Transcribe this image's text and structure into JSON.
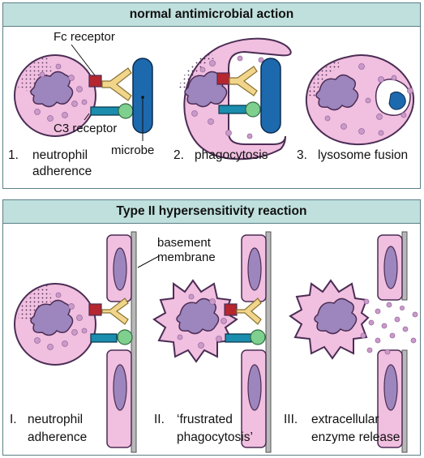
{
  "top_panel": {
    "title": "normal antimicrobial action",
    "labels": {
      "fc_receptor": "Fc receptor",
      "c3_receptor": "C3 receptor",
      "microbe": "microbe"
    },
    "steps": [
      {
        "number": "1.",
        "line1": "neutrophil",
        "line2": "adherence"
      },
      {
        "number": "2.",
        "line1": "phagocytosis",
        "line2": ""
      },
      {
        "number": "3.",
        "line1": "lysosome fusion",
        "line2": ""
      }
    ]
  },
  "bottom_panel": {
    "title": "Type II hypersensitivity reaction",
    "labels": {
      "basement_line1": "basement",
      "basement_line2": "membrane"
    },
    "steps": [
      {
        "number": "I.",
        "line1": "neutrophil",
        "line2": "adherence"
      },
      {
        "number": "II.",
        "line1": "‘frustrated",
        "line2": "phagocytosis’"
      },
      {
        "number": "III.",
        "line1": "extracellular",
        "line2": "enzyme release"
      }
    ]
  },
  "colors": {
    "cell_fill": "#f1bfdf",
    "cell_stroke": "#4b2d55",
    "nucleus": "#9d86bd",
    "fc_receptor": "#b5262e",
    "antibody": "#f0d58b",
    "c3_receptor": "#1b8dae",
    "complement": "#7fcf8f",
    "microbe": "#1d69ae",
    "banner": "#bfe0dd",
    "membrane": "#b8b8b8"
  }
}
